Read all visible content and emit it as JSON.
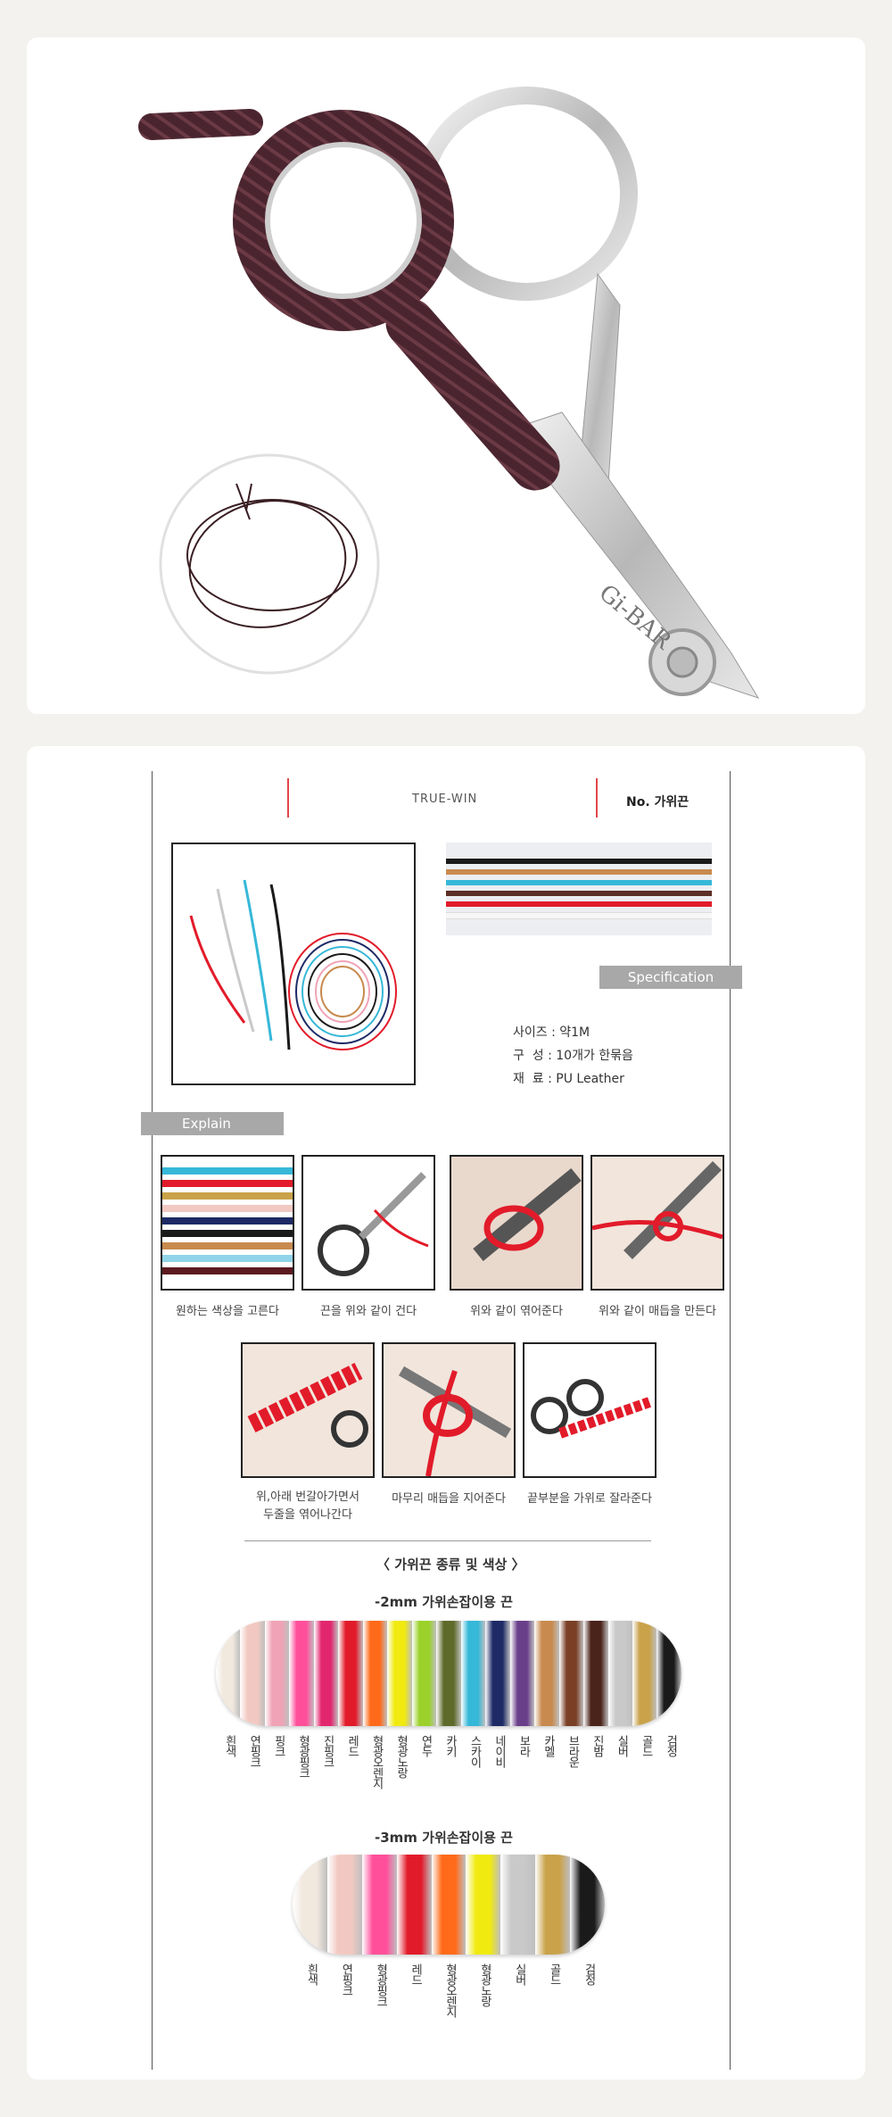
{
  "brand": "TRUE-WIN",
  "product_no": "No. 가위끈",
  "spec": {
    "heading": "Specification",
    "size": "사이즈 : 약1M",
    "composition": "구  성 : 10개가 한묶음",
    "material": "재  료 : PU Leather"
  },
  "explain": {
    "heading": "Explain",
    "steps": [
      "원하는 색상을 고른다",
      "끈을 위와 같이 건다",
      "위와 같이 엮어준다",
      "위와 같이 매듭을 만든다",
      "위,아래 번갈아가면서\n두줄을 엮어나간다",
      "마무리 매듭을 지어준다",
      "끝부분을 가위로 잘라준다"
    ]
  },
  "section_title": "〈 가위끈 종류 및 색상 〉",
  "variants": [
    {
      "title": "-2mm 가위손잡이용 끈",
      "colors": [
        "흰색",
        "연핑크",
        "핑크",
        "형광핑크",
        "진핑크",
        "레드",
        "형광오렌지",
        "형광노랑",
        "연두",
        "카키",
        "스카이",
        "네이비",
        "보라",
        "카멜",
        "브라운",
        "진밤",
        "실버",
        "골드",
        "검정"
      ],
      "swatches": [
        "#f1e8de",
        "#f2c9c2",
        "#f0a3b6",
        "#ff4f9a",
        "#e2276e",
        "#e21b2a",
        "#ff6a1a",
        "#f0ea10",
        "#9bd12a",
        "#5e6a2a",
        "#36b8d8",
        "#1d2a66",
        "#6a3f8a",
        "#c88a4e",
        "#7a4026",
        "#4a231a",
        "#c9c9c9",
        "#c9a24a",
        "#1a1a1a"
      ]
    },
    {
      "title": "-3mm 가위손잡이용 끈",
      "colors": [
        "흰색",
        "연핑크",
        "형광핑크",
        "레드",
        "형광오렌지",
        "형광노랑",
        "실버",
        "골드",
        "검정"
      ],
      "swatches": [
        "#f1e8de",
        "#f2c9c2",
        "#ff4f9a",
        "#e21b2a",
        "#ff6a1a",
        "#f0ea10",
        "#c9c9c9",
        "#c9a24a",
        "#1a1a1a"
      ]
    }
  ]
}
